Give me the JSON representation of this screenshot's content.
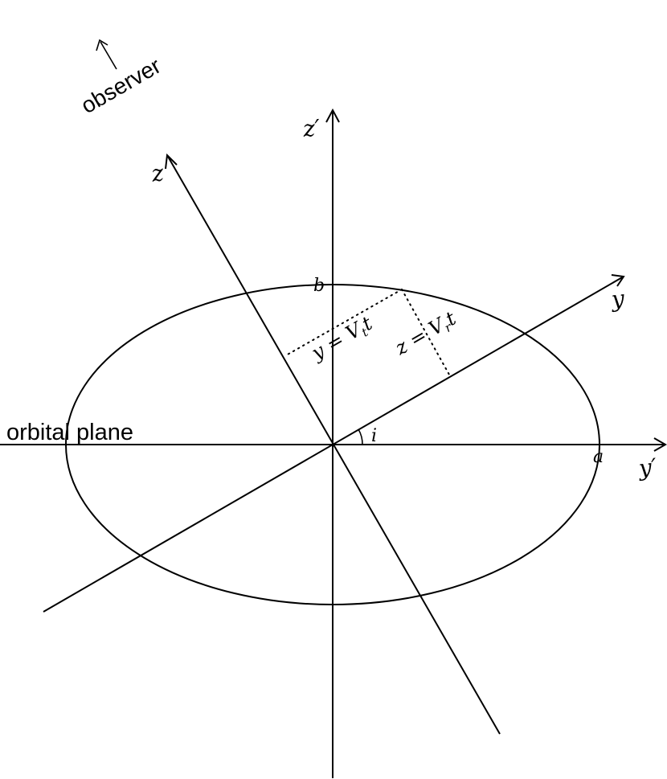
{
  "labels": {
    "observer": "observer",
    "orbital_plane": "orbital plane",
    "z_prime": "z′",
    "z": "z",
    "y": "y",
    "y_prime": "y′",
    "b": "b",
    "a": "a",
    "i": "i",
    "y_eq_prefix": "y = V",
    "y_eq_sub": "t",
    "y_eq_suffix": "t",
    "z_eq_prefix": "z = V",
    "z_eq_sub": "r",
    "z_eq_suffix": "t",
    "arrow_glyph": "↑"
  }
}
